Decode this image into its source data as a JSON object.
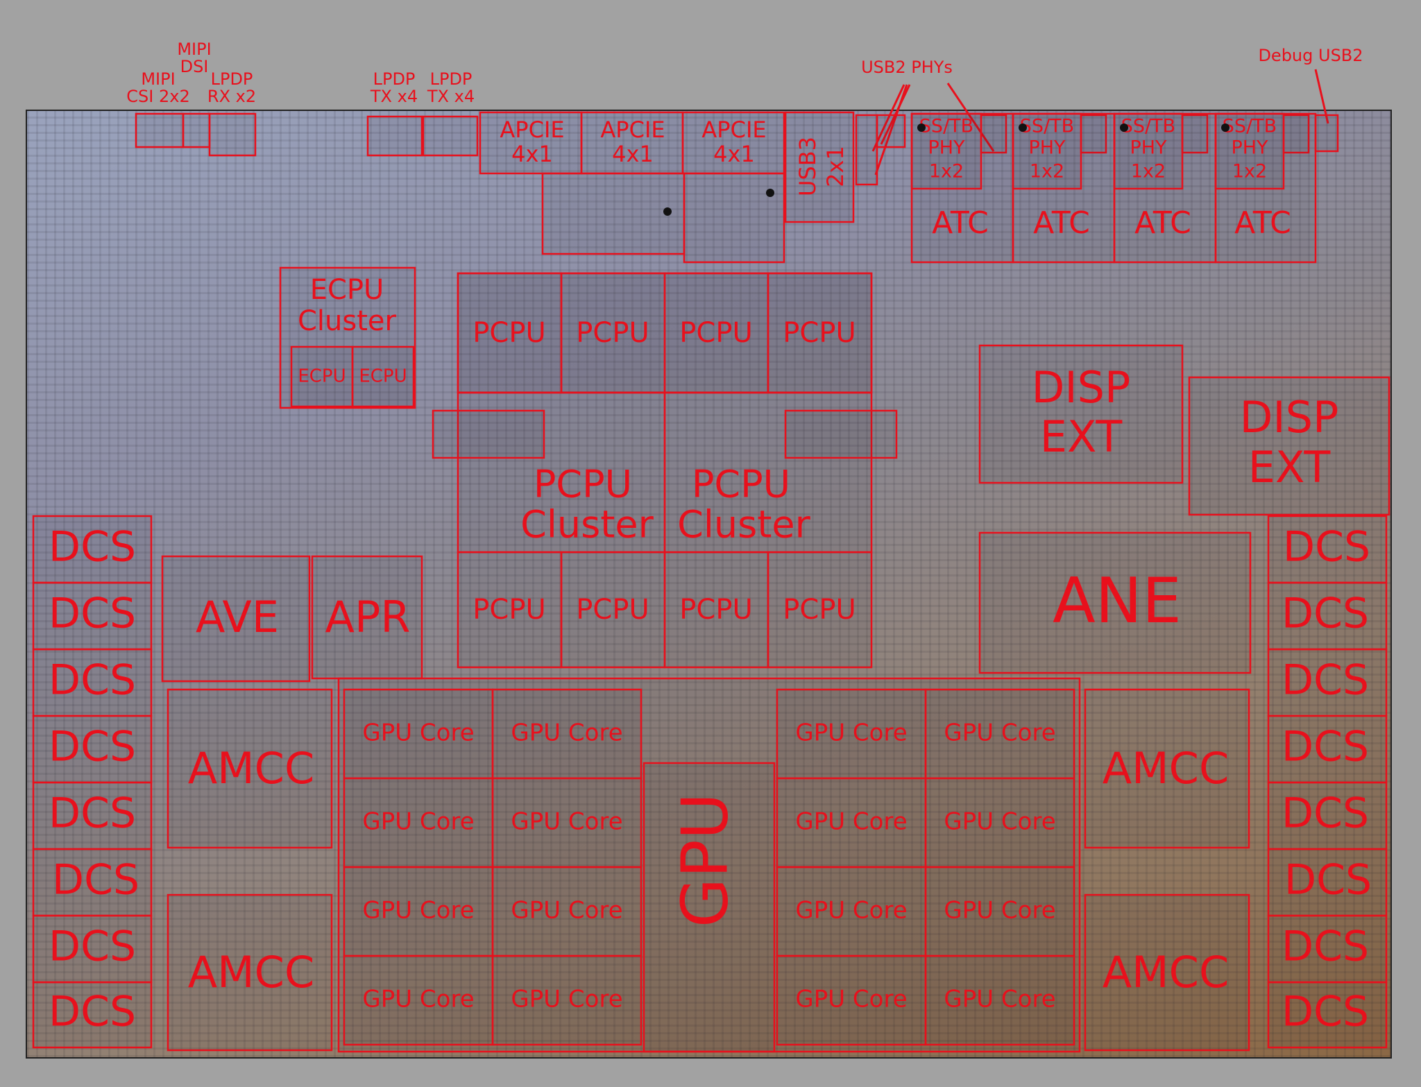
{
  "annotations": {
    "mipi_csi": [
      "MIPI",
      "CSI 2x2"
    ],
    "mipi_dsi": [
      "MIPI",
      "DSI"
    ],
    "lpdp_rx": [
      "LPDP",
      "RX x2"
    ],
    "lpdp_tx_1": [
      "LPDP",
      "TX x4"
    ],
    "lpdp_tx_2": [
      "LPDP",
      "TX x4"
    ],
    "usb2_phys": "USB2 PHYs",
    "debug_usb2": "Debug USB2"
  },
  "blocks": {
    "apcie": [
      "APCIE",
      "4x1"
    ],
    "usb3": [
      "USB3",
      "2x1"
    ],
    "ss_tb_phy": [
      "SS/TB",
      "PHY",
      "1x2"
    ],
    "atc": "ATC",
    "ecpu_cluster": [
      "ECPU",
      "Cluster"
    ],
    "ecpu": "ECPU",
    "pcpu": "PCPU",
    "pcpu_cluster": [
      "PCPU",
      "Cluster"
    ],
    "disp_ext": [
      "DISP",
      "EXT"
    ],
    "dcs": "DCS",
    "ave": "AVE",
    "apr": "APR",
    "ane": "ANE",
    "amcc": "AMCC",
    "gpu_core": "GPU Core",
    "gpu": "GPU"
  }
}
